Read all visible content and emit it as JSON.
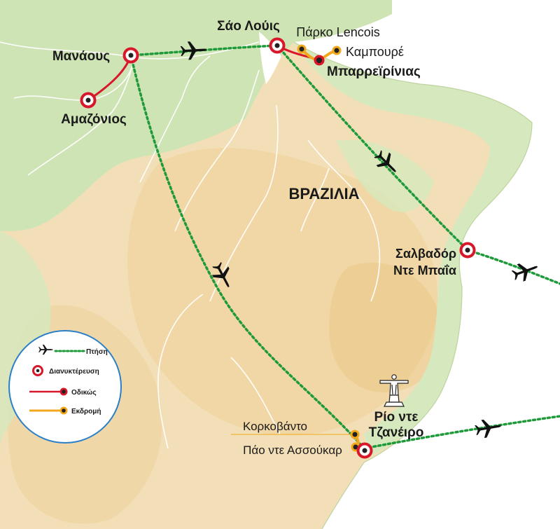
{
  "country": "ΒΡΑΖΙΛΙΑ",
  "places": {
    "manaus": "Μανάους",
    "amazon": "Αμαζόνιος",
    "sao_luis": "Σάο Λούις",
    "lencois": "Πάρκο Lencois",
    "cabure": "Καμπουρέ",
    "barreirinhas": "Μπαρρεϊρίνιας",
    "salvador_1": "Σαλβαδόρ",
    "salvador_2": "Ντε Μπαΐα",
    "rio_1": "Ρίο ντε",
    "rio_2": "Τζανέιρο",
    "corcovado": "Κορκοβάντο",
    "sugarloaf": "Πάο ντε Ασσούκαρ"
  },
  "legend": {
    "flight": "Πτήση",
    "overnight": "Διανυκτέρευση",
    "road": "Οδικώς",
    "excursion": "Εκδρομή"
  },
  "colors": {
    "flight_route": "#1f9a3b",
    "road_route": "#d7182a",
    "excursion_route": "#f2a81d",
    "overnight_ring": "#d7182a",
    "land_light": "#f6e6c4",
    "land_dark": "#eecf97",
    "forest": "#cfe4b5",
    "sea": "#ffffff",
    "legend_border": "#2a7fc9"
  },
  "icons": {
    "plane": "airplane-icon",
    "statue": "christ-redeemer-icon"
  }
}
